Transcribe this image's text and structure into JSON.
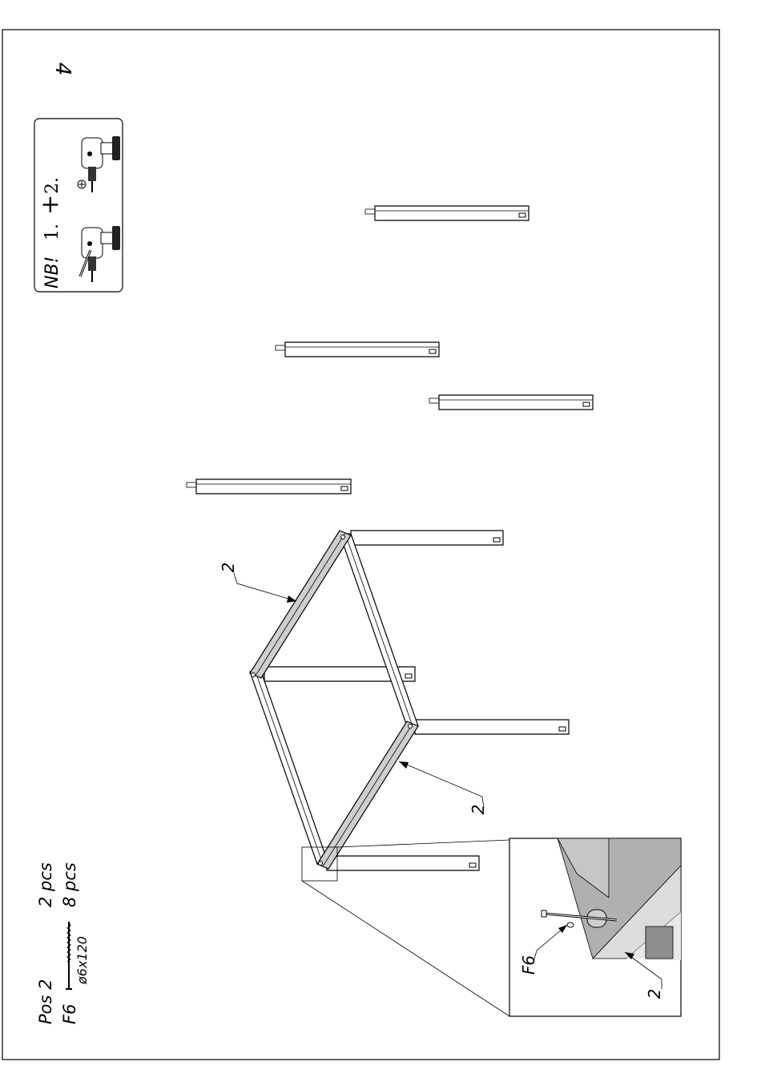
{
  "step": {
    "number": "4"
  },
  "note_box": {
    "nb_label": "NB!",
    "step1_label": "1.",
    "step2_label": "2.",
    "plus_sign": "+",
    "icons": [
      "drill-icon",
      "drill-bit-icon",
      "drill-icon",
      "screw-head-icon"
    ]
  },
  "callouts": {
    "upper_rail_label": "2",
    "lower_rail_label": "2",
    "detail_screw_label": "F6",
    "detail_rail_label": "2"
  },
  "parts_list": {
    "rows": [
      {
        "code": "Pos 2",
        "quantity": "2 pcs"
      },
      {
        "code": "F6",
        "quantity": "8 pcs"
      }
    ],
    "screw_spec": "ø6x120"
  }
}
